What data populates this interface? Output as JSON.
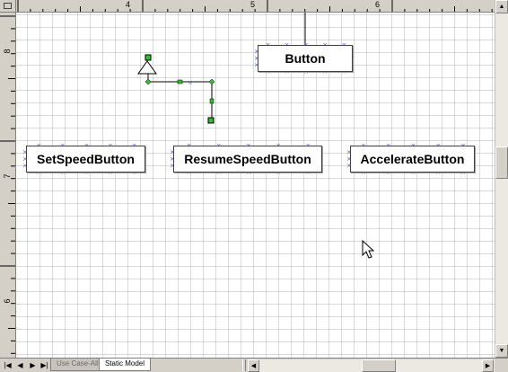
{
  "ruler": {
    "horizontal_labels": [
      "4",
      "5",
      "6"
    ],
    "vertical_labels": [
      "8",
      "7",
      "6"
    ]
  },
  "diagram": {
    "classes": [
      {
        "name": "Button"
      },
      {
        "name": "SetSpeedButton"
      },
      {
        "name": "ResumeSpeedButton"
      },
      {
        "name": "AccelerateButton"
      }
    ]
  },
  "tabs": [
    {
      "label": "Use Case-All",
      "active": false
    },
    {
      "label": "Static Model",
      "active": true
    }
  ],
  "icons": {
    "nav_first": "first-page-icon",
    "nav_prev": "previous-page-icon",
    "nav_next": "next-page-icon",
    "nav_last": "last-page-icon",
    "scroll_up": "arrow-up-icon",
    "scroll_down": "arrow-down-icon",
    "scroll_left": "arrow-left-icon",
    "scroll_right": "arrow-right-icon",
    "cursor": "mouse-pointer-icon"
  },
  "colors": {
    "selection_handle": "#2fbf2f",
    "connector_handle": "#4a5ac8",
    "grid": "#c8c8c8"
  }
}
